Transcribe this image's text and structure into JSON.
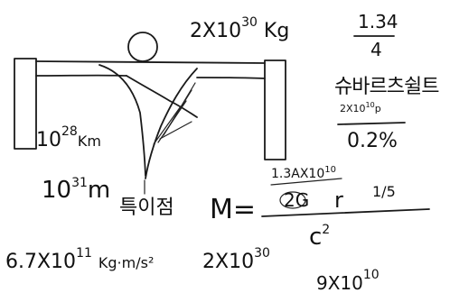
{
  "notes": {
    "sun_mass": "2X10",
    "sun_mass_exp": "30",
    "sun_mass_unit": "Kg",
    "fraction_top": "1.34",
    "fraction_bottom": "4",
    "korean_line1": "슈바르츠쉴트",
    "korean_sub": "2X10",
    "korean_sub_exp": "10",
    "korean_sub_unit": "p",
    "korean_line2": "0.2%",
    "distance_km": "10",
    "distance_km_exp": "28",
    "distance_km_unit": "Km",
    "distance_m": "10",
    "distance_m_exp": "31",
    "distance_m_unit": "m",
    "singularity_label": "특이점",
    "eq_lhs": "M=",
    "eq_numerator_struck": "1.3AX10",
    "eq_numerator_struck_exp": "10",
    "eq_numerator": "2G",
    "eq_numerator_var": "r",
    "eq_side_fraction": "1/5",
    "eq_denominator": "c",
    "eq_denominator_exp": "2",
    "bottom_value": "6.7X10",
    "bottom_value_exp": "11",
    "bottom_value_unit": "Kg·m/s²",
    "bottom_mass": "2X10",
    "bottom_mass_exp": "30",
    "bottom_c2": "9X10",
    "bottom_c2_exp": "10"
  }
}
